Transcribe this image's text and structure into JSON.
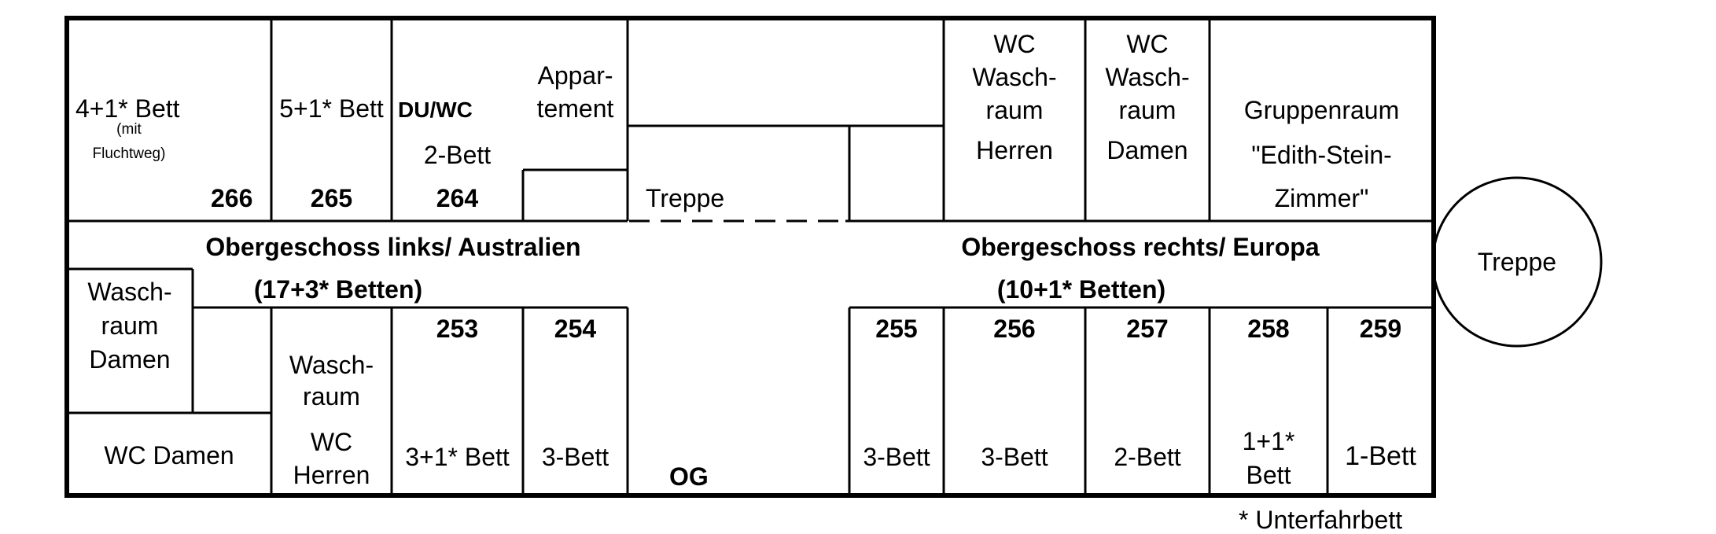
{
  "north_rooms": {
    "r266": {
      "number": "266",
      "line1": "4+1* Bett",
      "line2": "(mit",
      "line3": "Fluchtweg)"
    },
    "r265": {
      "number": "265",
      "label": "5+1* Bett"
    },
    "r264": {
      "number": "264",
      "du_wc": "DU/WC",
      "label": "2-Bett"
    },
    "appartement": {
      "line1": "Appar-",
      "line2": "tement"
    },
    "treppe_inner": "Treppe",
    "wc_herren": {
      "line1": "WC",
      "line2": "Wasch-",
      "line3": "raum",
      "line4": "Herren"
    },
    "wc_damen": {
      "line1": "WC",
      "line2": "Wasch-",
      "line3": "raum",
      "line4": "Damen"
    },
    "gruppenraum": {
      "line1": "Gruppenraum",
      "line2": "\"Edith-Stein-",
      "line3": "Zimmer\""
    }
  },
  "corridor": {
    "left_title": "Obergeschoss links/ Australien",
    "left_beds": "(17+3* Betten)",
    "right_title": "Obergeschoss rechts/ Europa",
    "right_beds": "(10+1* Betten)"
  },
  "south_rooms": {
    "waschraum_damen": {
      "line1": "Wasch-",
      "line2": "raum",
      "line3": "Damen"
    },
    "wc_damen": "WC Damen",
    "waschraum_wc_herren": {
      "line1": "Wasch-",
      "line2": "raum",
      "line3": "WC",
      "line4": "Herren"
    },
    "r253": {
      "number": "253",
      "label": "3+1* Bett"
    },
    "r254": {
      "number": "254",
      "label": "3-Bett"
    },
    "og": "OG",
    "r255": {
      "number": "255",
      "label": "3-Bett"
    },
    "r256": {
      "number": "256",
      "label": "3-Bett"
    },
    "r257": {
      "number": "257",
      "label": "2-Bett"
    },
    "r258": {
      "number": "258",
      "line1": "1+1*",
      "line2": "Bett"
    },
    "r259": {
      "number": "259",
      "label": "1-Bett"
    }
  },
  "staircase_outside": "Treppe",
  "footnote": "* Unterfahrbett"
}
